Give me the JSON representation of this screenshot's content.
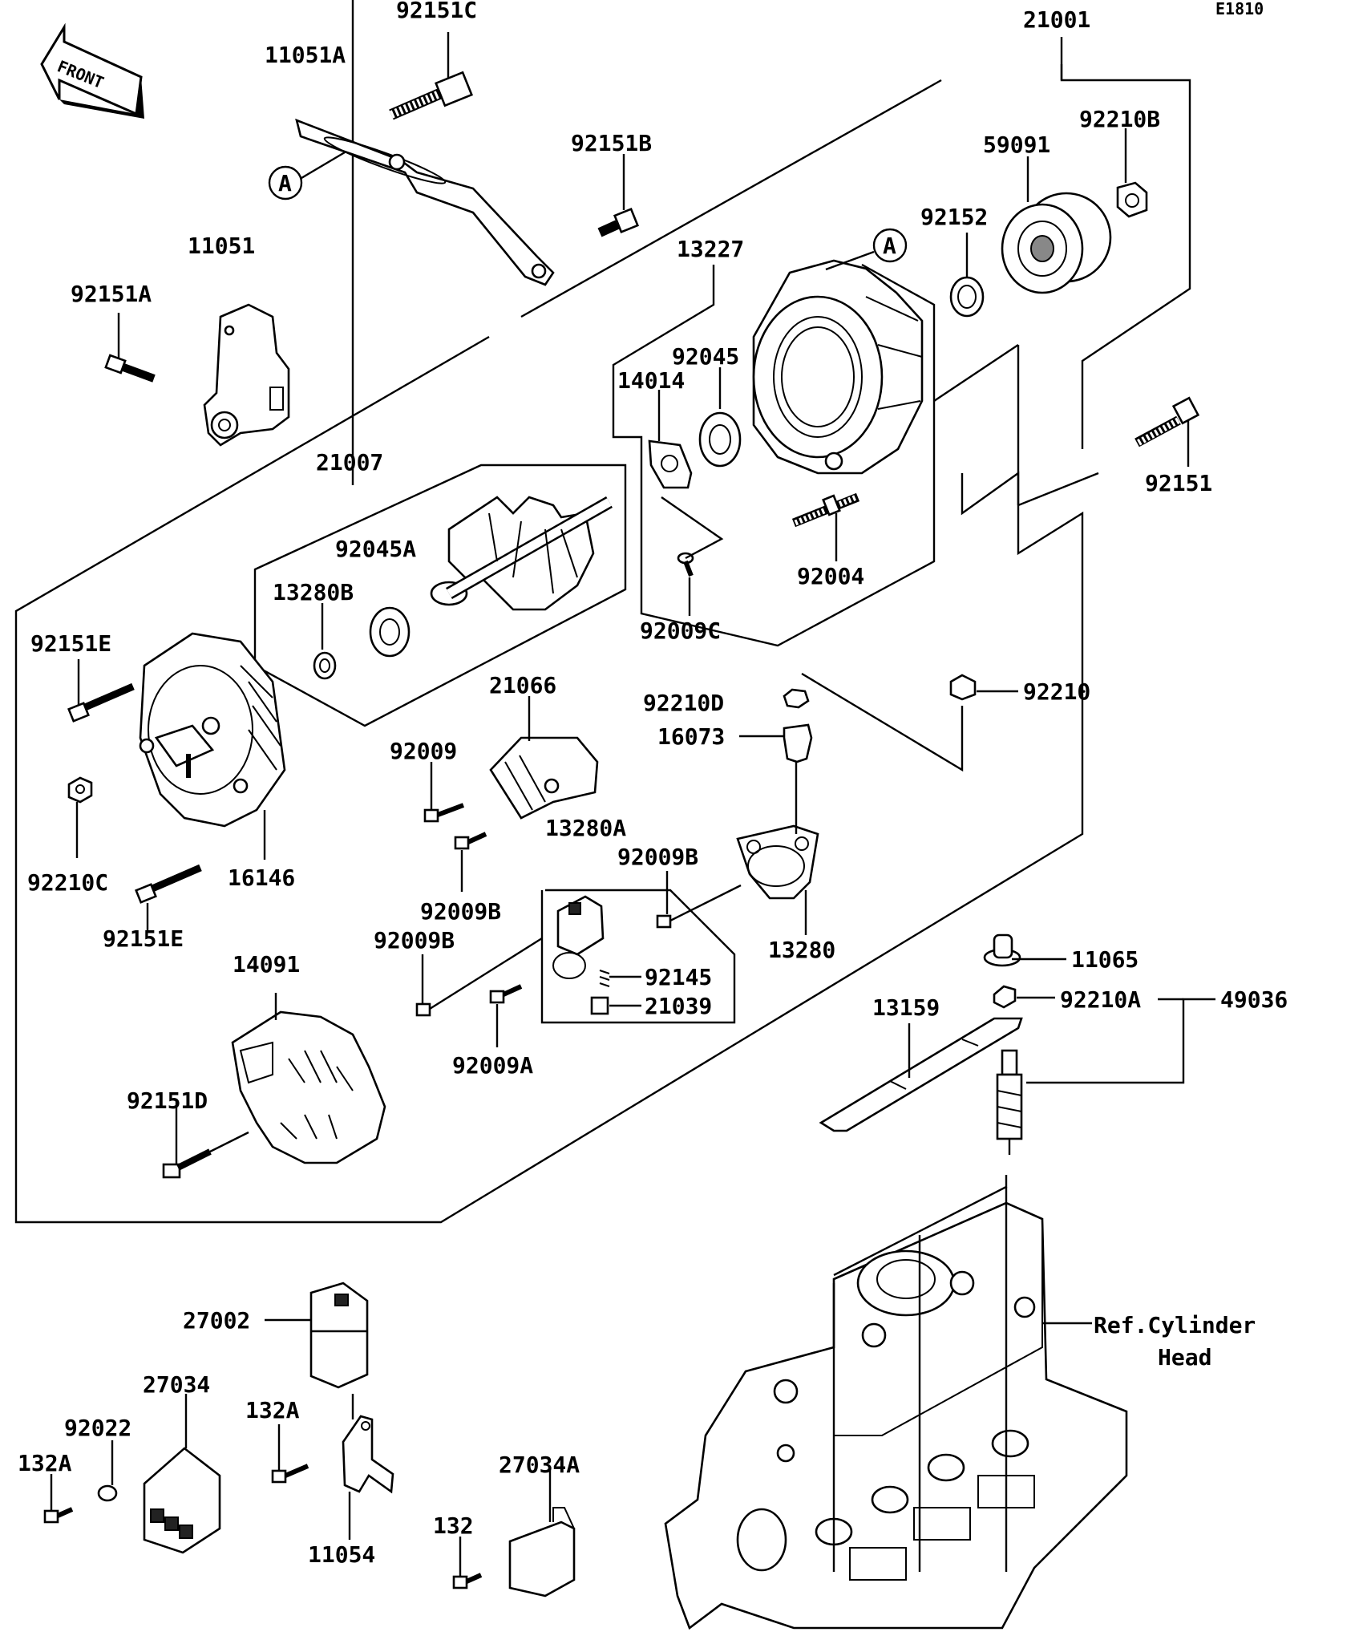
{
  "diagram_code": "E1810",
  "front_label": "FRONT",
  "ref_marker": "A",
  "part_numbers": {
    "p21001": "21001",
    "p92151C": "92151C",
    "p11051A": "11051A",
    "p92151B": "92151B",
    "p92210B": "92210B",
    "p59091": "59091",
    "p92152": "92152",
    "p13227": "13227",
    "p11051": "11051",
    "p92151A": "92151A",
    "p92045": "92045",
    "p14014": "14014",
    "p92151": "92151",
    "p21007": "21007",
    "p92045A": "92045A",
    "p92004": "92004",
    "p13280B": "13280B",
    "p92009C": "92009C",
    "p92151E_top": "92151E",
    "p21066": "21066",
    "p92210D": "92210D",
    "p92210": "92210",
    "p16073": "16073",
    "p92009": "92009",
    "p13280A": "13280A",
    "p92009B_right": "92009B",
    "p92210C": "92210C",
    "p16146": "16146",
    "p92009B_mid": "92009B",
    "p92151E_bottom": "92151E",
    "p92009B_left": "92009B",
    "p13280": "13280",
    "p14091": "14091",
    "p92145": "92145",
    "p11065": "11065",
    "p21039": "21039",
    "p92210A": "92210A",
    "p49036": "49036",
    "p13159": "13159",
    "p92009A": "92009A",
    "p92151D": "92151D",
    "p27002": "27002",
    "p27034": "27034",
    "p132A_right": "132A",
    "p92022": "92022",
    "p132A_left": "132A",
    "p27034A": "27034A",
    "p11054": "11054",
    "p132": "132"
  },
  "reference_note": {
    "line1": "Ref.Cylinder",
    "line2": "Head"
  }
}
